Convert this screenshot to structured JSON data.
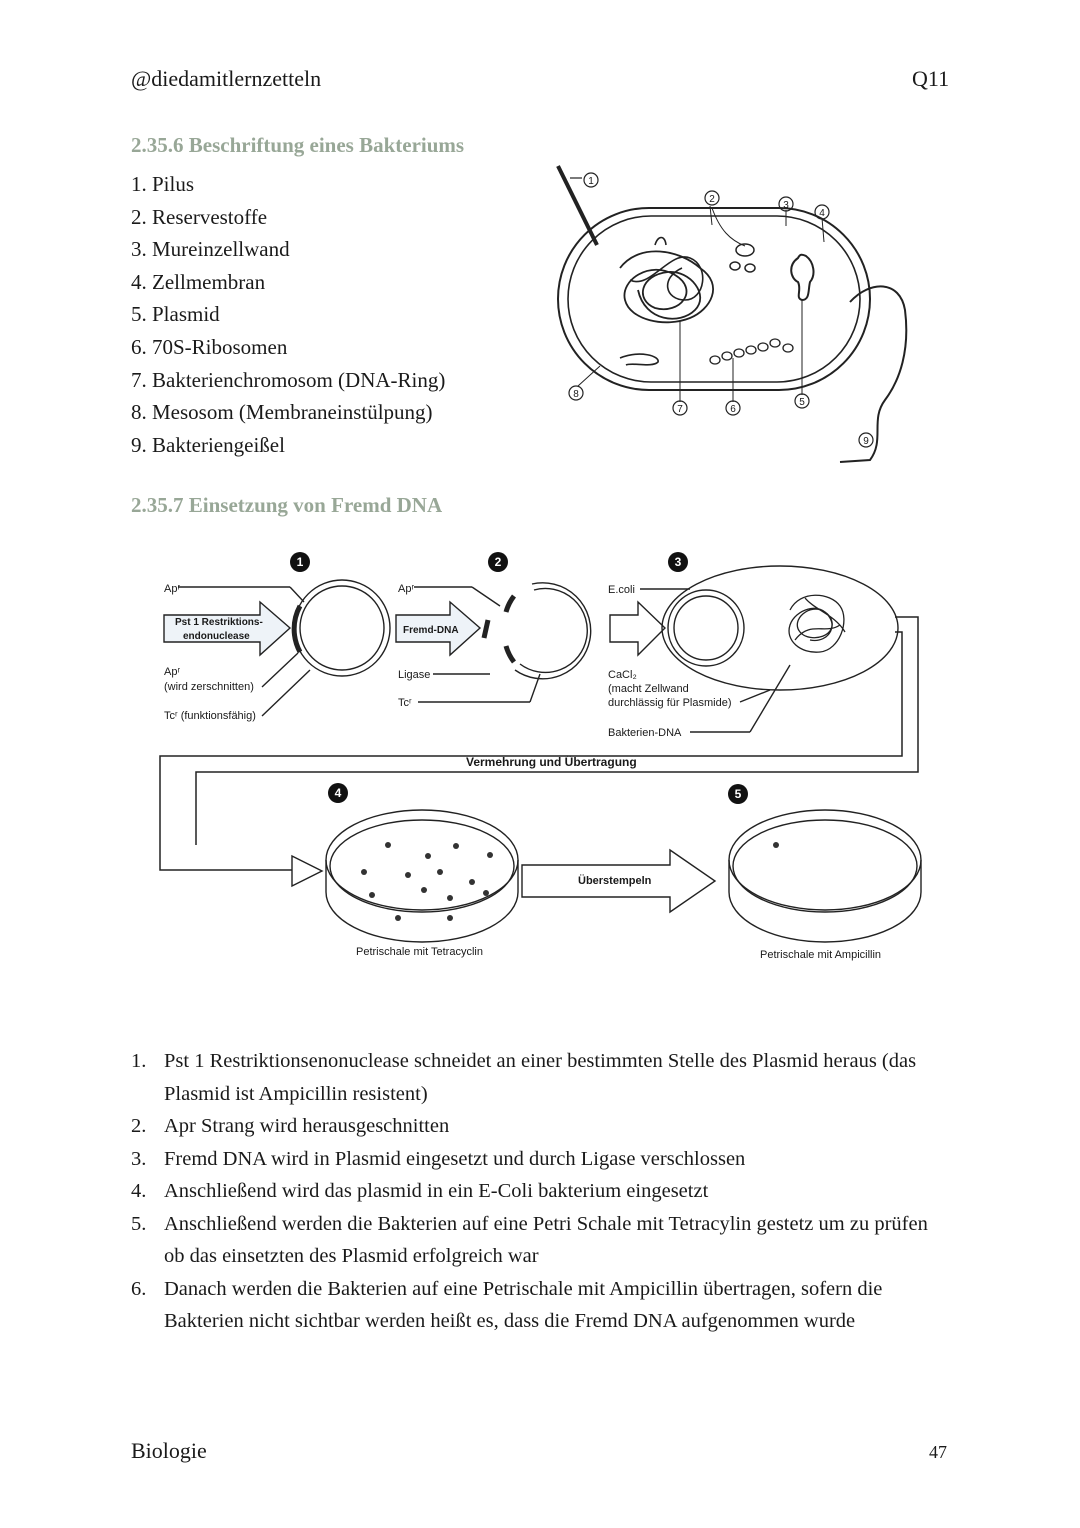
{
  "header": {
    "left": "@diedamitlernzetteln",
    "right": "Q11"
  },
  "section1": {
    "title": "2.35.6 Beschriftung eines Bakteriums",
    "items": [
      "1. Pilus",
      "2. Reservestoffe",
      "3. Mureinzellwand",
      "4. Zellmembran",
      "5. Plasmid",
      "6. 70S-Ribosomen",
      "7. Bakterienchromosom (DNA-Ring)",
      "8. Mesosom (Membraneinstülpung)",
      "9. Bakteriengeißel"
    ],
    "diagram_markers": [
      "1",
      "2",
      "3",
      "4",
      "5",
      "6",
      "7",
      "8",
      "9"
    ]
  },
  "section2": {
    "title": "2.35.7 Einsetzung von Fremd DNA",
    "diagram": {
      "step_markers": [
        "1",
        "2",
        "3",
        "4",
        "5"
      ],
      "apr_1": "Apʳ",
      "pst_arrow": "Pst 1 Restriktions-",
      "pst_arrow_2": "endonuclease",
      "apr_cut_1": "Apʳ",
      "apr_cut_2": "(wird zerschnitten)",
      "tcr_func": "Tcʳ (funktionsfähig)",
      "apr_2": "Apʳ",
      "fremd_arrow": "Fremd-DNA",
      "ligase": "Ligase",
      "tcr_2": "Tcʳ",
      "ecoli": "E.coli",
      "cacl_1": "CaCl₂",
      "cacl_2": "(macht Zellwand",
      "cacl_3": "durchlässig für Plasmide)",
      "bakterien_dna": "Bakterien-DNA",
      "vermehrung": "Vermehrung und Übertragung",
      "ueberstempeln": "Überstempeln",
      "dish1": "Petrischale mit Tetracyclin",
      "dish2": "Petrischale mit Ampicillin"
    },
    "steps": [
      {
        "num": "1.",
        "text": "Pst 1 Restriktionsenonuclease  schneidet an einer bestimmten Stelle des Plasmid heraus (das Plasmid ist Ampicillin resistent)"
      },
      {
        "num": "2.",
        "text": "Apr Strang wird herausgeschnitten"
      },
      {
        "num": "3.",
        "text": "Fremd DNA wird in Plasmid eingesetzt und durch Ligase verschlossen"
      },
      {
        "num": "4.",
        "text": "Anschließend wird das plasmid in ein E-Coli bakterium eingesetzt"
      },
      {
        "num": "5.",
        "text": "Anschließend werden die Bakterien auf eine Petri Schale mit Tetracylin gestetz um zu prüfen ob das einsetzten des Plasmid erfolgreich war"
      },
      {
        "num": "6.",
        "text": "Danach werden die Bakterien auf eine Petrischale mit Ampicillin übertragen, sofern die Bakterien nicht sichtbar werden heißt es, dass die Fremd DNA aufgenommen wurde"
      }
    ]
  },
  "footer": {
    "left": "Biologie",
    "right": "47"
  }
}
